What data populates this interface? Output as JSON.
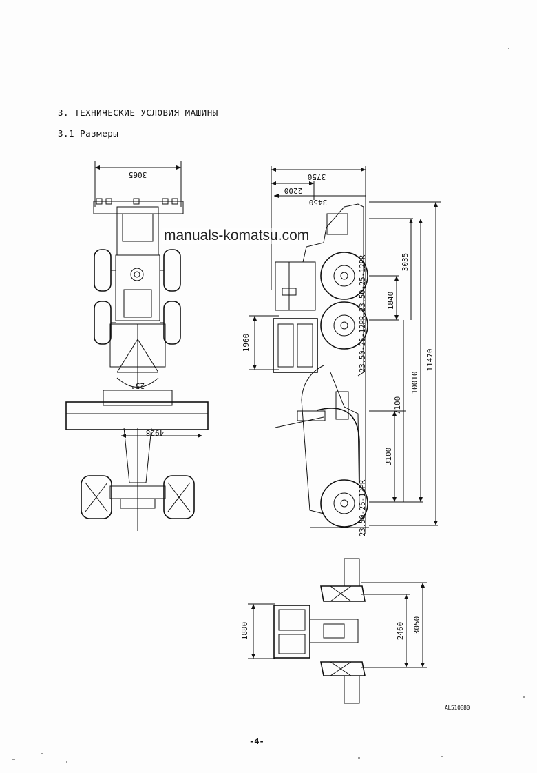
{
  "section": {
    "heading": "3.   ТЕХНИЧЕСКИЕ УСЛОВИЯ МАШИНЫ",
    "subheading": "3.1  Размеры"
  },
  "watermark": "manuals-komatsu.com",
  "drawing": {
    "top_view": {
      "width_dim": "3065",
      "blade_width_dim": "4928",
      "blade_angle": "25°"
    },
    "side_view": {
      "dims_horizontal": [
        "3750",
        "2200",
        "3450"
      ],
      "dims_vertical": [
        "1960",
        "1840",
        "3035",
        "7100",
        "10010",
        "11470",
        "3100"
      ],
      "tire_labels": [
        "23.50-25-12PR",
        "23.50-25-12PR",
        "23.50-25-12PR"
      ]
    },
    "rear_view": {
      "dims": [
        "1880",
        "2460",
        "3050"
      ]
    },
    "code": "AL510B80"
  },
  "page_number": "-4-"
}
